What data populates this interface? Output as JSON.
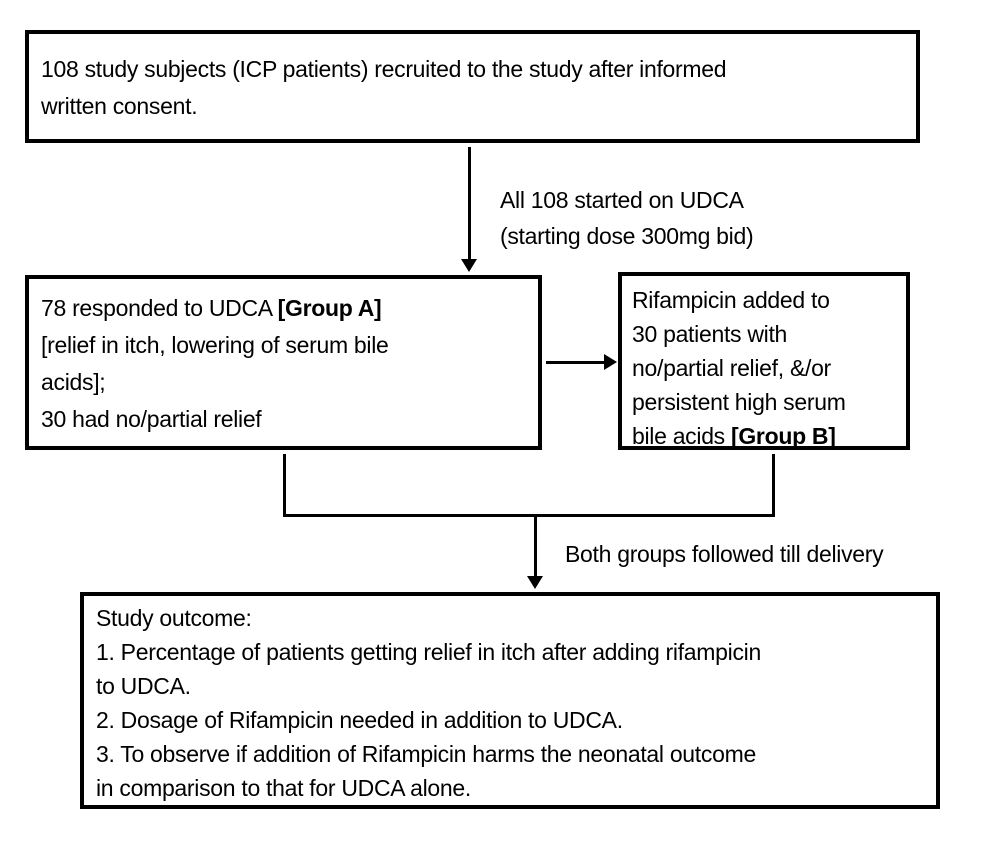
{
  "colors": {
    "background": "#ffffff",
    "line": "#000000",
    "text": "#000000"
  },
  "boxes": {
    "recruitment": {
      "lines": [
        "108 study subjects (ICP patients) recruited to the study after informed",
        "written consent."
      ]
    },
    "group_a": {
      "line1_normal": "78 responded to UDCA ",
      "line1_bold": "[Group A]",
      "line2": "[relief in itch, lowering of serum bile",
      "line3": "acids];",
      "line4": "30 had no/partial relief"
    },
    "group_b": {
      "lines": [
        "Rifampicin added to",
        "30 patients with",
        "no/partial relief, &/or",
        "persistent high serum"
      ],
      "last_line_normal": "bile acids ",
      "last_line_bold": "[Group B]"
    },
    "outcome": {
      "lines": [
        "Study outcome:",
        "1. Percentage of patients getting relief in itch after adding rifampicin",
        "to UDCA.",
        "2. Dosage of Rifampicin needed in addition to UDCA.",
        "3. To observe if addition of Rifampicin harms the neonatal outcome",
        "in comparison to that for UDCA alone."
      ]
    }
  },
  "arrows": {
    "udca_start": {
      "label_lines": [
        "All 108 started on UDCA",
        "(starting dose 300mg bid)"
      ]
    },
    "followup": {
      "label": "Both groups followed till delivery"
    }
  }
}
